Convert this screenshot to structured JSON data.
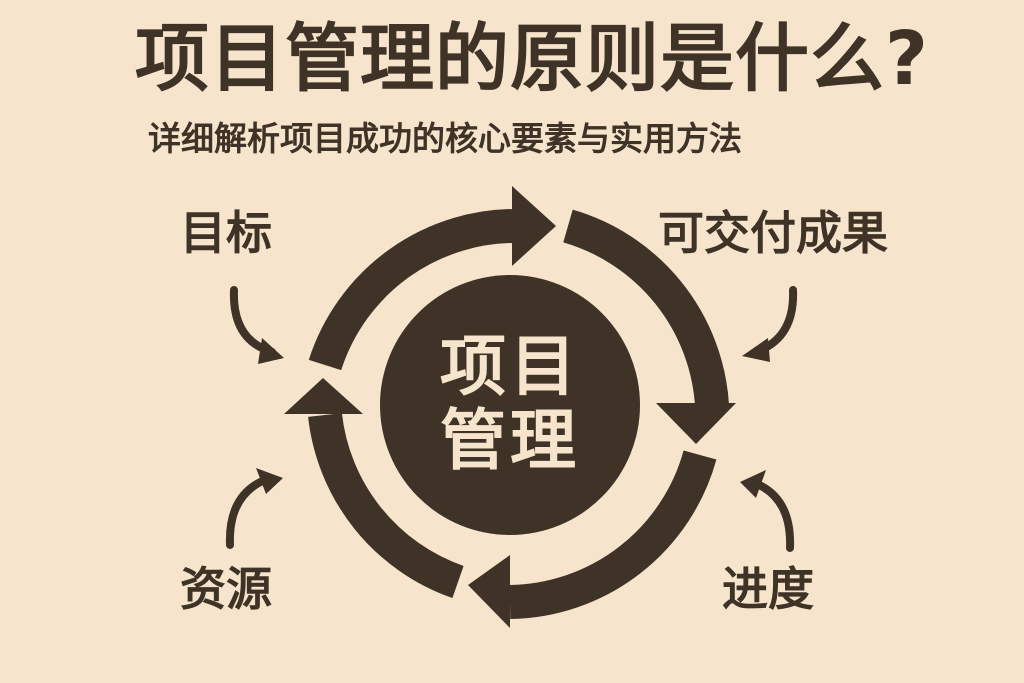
{
  "header": {
    "title": "项目管理的原则是什么?",
    "subtitle": "详细解析项目成功的核心要素与实用方法"
  },
  "diagram": {
    "type": "cycle",
    "center": {
      "line1": "项目",
      "line2": "管理"
    },
    "labels": {
      "top_left": "目标",
      "top_right": "可交付成果",
      "bottom_left": "资源",
      "bottom_right": "进度"
    },
    "arrows": [
      "curved-arrow-top",
      "curved-arrow-right",
      "curved-arrow-bottom",
      "curved-arrow-left"
    ]
  },
  "colors": {
    "background": "#f6e5cc",
    "foreground": "#3f3226",
    "center_text": "#f6e5cc"
  }
}
